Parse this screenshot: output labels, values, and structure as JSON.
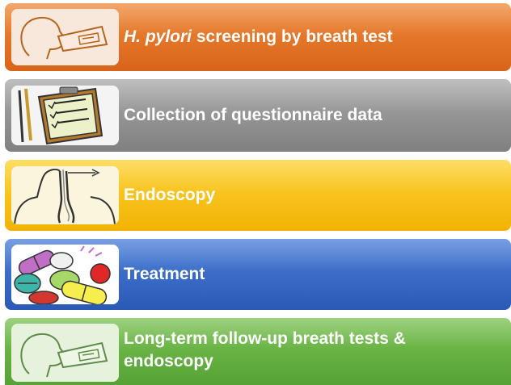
{
  "steps": [
    {
      "label_em": "H. pylori",
      "label_rest": " screening by breath test",
      "color": "#e27423",
      "icon": "breath-test-icon"
    },
    {
      "label": "Collection of questionnaire data",
      "color": "#939393",
      "icon": "clipboard-questionnaire-icon"
    },
    {
      "label": "Endoscopy",
      "color": "#f8c30d",
      "icon": "endoscopy-anatomy-icon"
    },
    {
      "label": "Treatment",
      "color": "#386cc6",
      "icon": "pills-icon"
    },
    {
      "label_line1": "Long-term follow-up breath tests &",
      "label_line2": "endoscopy",
      "color": "#68b244",
      "icon": "breath-test-icon"
    }
  ]
}
